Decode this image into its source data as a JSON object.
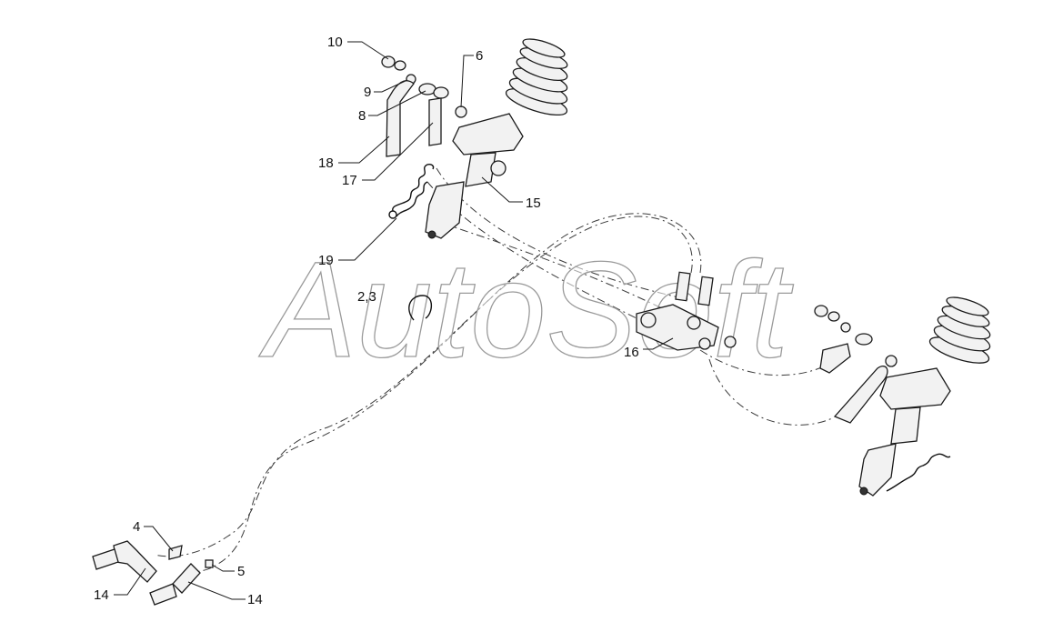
{
  "watermark": "AutoSoft",
  "labels": {
    "l10": "10",
    "l9": "9",
    "l8": "8",
    "l6": "6",
    "l18": "18",
    "l17": "17",
    "l15": "15",
    "l19": "19",
    "l23": "2,3",
    "l16": "16",
    "l4": "4",
    "l5": "5",
    "l14a": "14",
    "l14b": "14"
  }
}
